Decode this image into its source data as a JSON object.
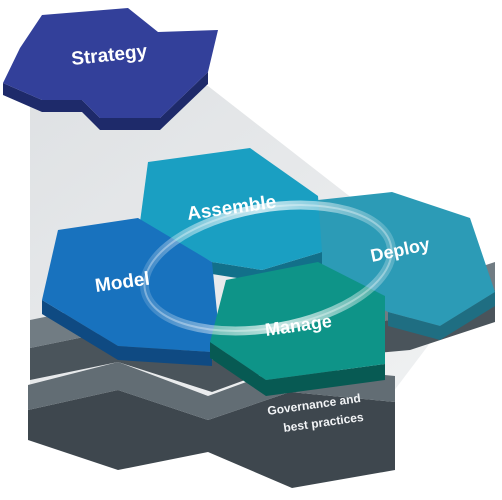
{
  "diagram": {
    "strategy_label": "Strategy",
    "hexagons": {
      "assemble": "Assemble",
      "deploy": "Deploy",
      "model": "Model",
      "manage": "Manage"
    },
    "base": {
      "line1": "Governance and",
      "line2": "best practices"
    }
  },
  "colors": {
    "strategy": "#2f3d8f",
    "assemble": "#1a9fc2",
    "deploy": "#2c9bb6",
    "model": "#1872be",
    "manage": "#0e9488",
    "base": "#5a666e",
    "cone": "#e4e6e8"
  }
}
